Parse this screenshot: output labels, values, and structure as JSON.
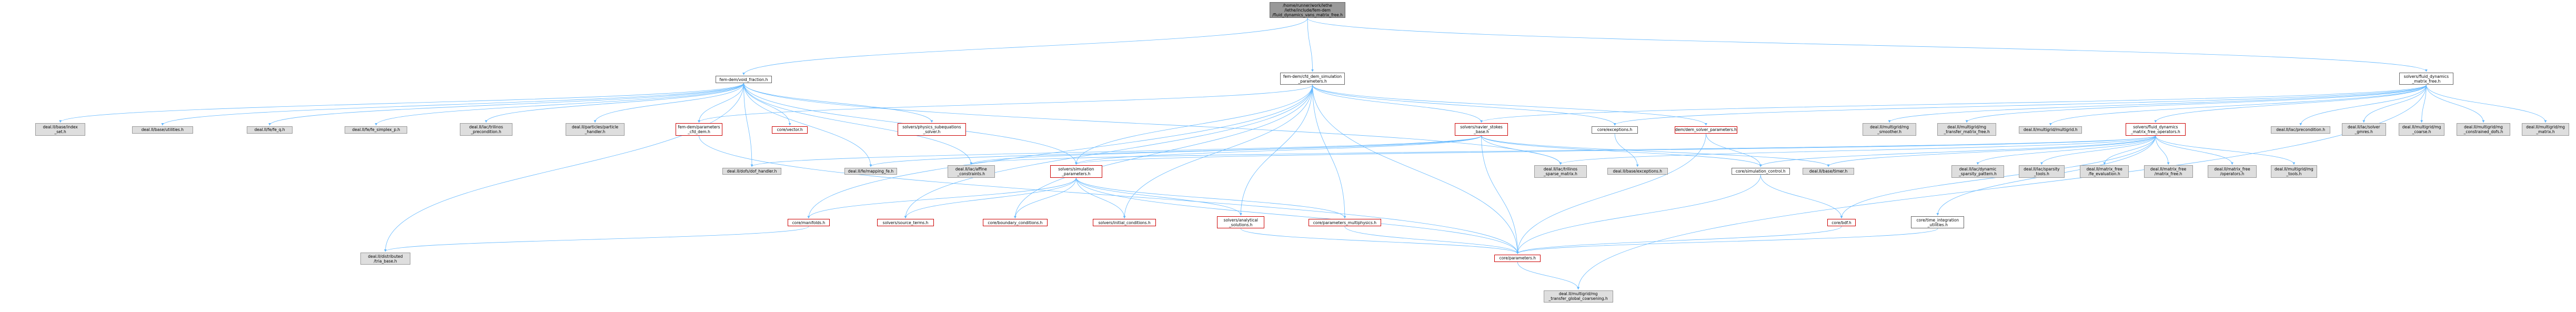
{
  "diagram": {
    "colors": {
      "edge": "#63b8ff",
      "node_border": "#666666",
      "red_border": "#cc0000",
      "gray_fill": "#dedede",
      "root_fill": "#999999"
    },
    "nodes": [
      {
        "id": "root",
        "label": "/home/runner/work/lethe\n/lethe/include/fem-dem\n/fluid_dynamics_vans_matrix_free.h",
        "style": "root"
      },
      {
        "id": "void_fraction",
        "label": "fem-dem/void_fraction.h",
        "style": "white"
      },
      {
        "id": "cfd_dem_sim",
        "label": "fem-dem/cfd_dem_simulation\n_parameters.h",
        "style": "white"
      },
      {
        "id": "fdmf",
        "label": "solvers/fluid_dynamics\n_matrix_free.h",
        "style": "white"
      },
      {
        "id": "base_index_set",
        "label": "deal.II/base/index\n_set.h",
        "style": "gray"
      },
      {
        "id": "base_utilities",
        "label": "deal.II/base/utilities.h",
        "style": "gray"
      },
      {
        "id": "fe_q",
        "label": "deal.II/fe/fe_q.h",
        "style": "gray"
      },
      {
        "id": "fe_simplex",
        "label": "deal.II/fe/fe_simplex_p.h",
        "style": "gray"
      },
      {
        "id": "trilinos_precond",
        "label": "deal.II/lac/trilinos\n_precondition.h",
        "style": "gray"
      },
      {
        "id": "particle_handler",
        "label": "deal.II/particles/particle\n_handler.h",
        "style": "gray"
      },
      {
        "id": "femdem_params",
        "label": "fem-dem/parameters\n_cfd_dem.h",
        "style": "red"
      },
      {
        "id": "core_vector",
        "label": "core/vector.h",
        "style": "red"
      },
      {
        "id": "physics_subeq",
        "label": "solvers/physics_subequations\n_solver.h",
        "style": "red"
      },
      {
        "id": "navier_stokes",
        "label": "solvers/navier_stokes\n_base.h",
        "style": "red"
      },
      {
        "id": "core_exceptions",
        "label": "core/exceptions.h",
        "style": "white"
      },
      {
        "id": "dem_solver_params",
        "label": "dem/dem_solver_parameters.h",
        "style": "red"
      },
      {
        "id": "mg_smoother",
        "label": "deal.II/multigrid/mg\n_smoother.h",
        "style": "gray"
      },
      {
        "id": "mg_transfer_mf",
        "label": "deal.II/multigrid/mg\n_transfer_matrix_free.h",
        "style": "gray"
      },
      {
        "id": "multigrid",
        "label": "deal.II/multigrid/multigrid.h",
        "style": "gray"
      },
      {
        "id": "fdmf_ops",
        "label": "solvers/fluid_dynamics\n_matrix_free_operators.h",
        "style": "red"
      },
      {
        "id": "lac_precondition",
        "label": "deal.II/lac/precondition.h",
        "style": "gray"
      },
      {
        "id": "solver_gmres",
        "label": "deal.II/lac/solver\n_gmres.h",
        "style": "gray"
      },
      {
        "id": "mg_coarse",
        "label": "deal.II/multigrid/mg\n_coarse.h",
        "style": "gray"
      },
      {
        "id": "mg_constrained",
        "label": "deal.II/multigrid/mg\n_constrained_dofs.h",
        "style": "gray"
      },
      {
        "id": "mg_matrix",
        "label": "deal.II/multigrid/mg\n_matrix.h",
        "style": "gray"
      },
      {
        "id": "dof_handler",
        "label": "deal.II/dofs/dof_handler.h",
        "style": "gray"
      },
      {
        "id": "mapping_fe",
        "label": "deal.II/fe/mapping_fe.h",
        "style": "gray"
      },
      {
        "id": "affine_constraints",
        "label": "deal.II/lac/affine\n_constraints.h",
        "style": "gray"
      },
      {
        "id": "sim_params",
        "label": "solvers/simulation\n_parameters.h",
        "style": "red"
      },
      {
        "id": "trilinos_sparse",
        "label": "deal.II/lac/trilinos\n_sparse_matrix.h",
        "style": "gray"
      },
      {
        "id": "base_exceptions",
        "label": "deal.II/base/exceptions.h",
        "style": "gray"
      },
      {
        "id": "sim_control",
        "label": "core/simulation_control.h",
        "style": "white"
      },
      {
        "id": "base_timer",
        "label": "deal.II/base/timer.h",
        "style": "gray"
      },
      {
        "id": "dyn_sparsity",
        "label": "deal.II/lac/dynamic\n_sparsity_pattern.h",
        "style": "gray"
      },
      {
        "id": "sparsity_tools",
        "label": "deal.II/lac/sparsity\n_tools.h",
        "style": "gray"
      },
      {
        "id": "fe_evaluation",
        "label": "deal.II/matrix_free\n/fe_evaluation.h",
        "style": "gray"
      },
      {
        "id": "mf_matrix_free",
        "label": "deal.II/matrix_free\n/matrix_free.h",
        "style": "gray"
      },
      {
        "id": "mf_operators",
        "label": "deal.II/matrix_free\n/operators.h",
        "style": "gray"
      },
      {
        "id": "mg_tools",
        "label": "deal.II/multigrid/mg\n_tools.h",
        "style": "gray"
      },
      {
        "id": "core_manifolds",
        "label": "core/manifolds.h",
        "style": "red"
      },
      {
        "id": "source_terms",
        "label": "solvers/source_terms.h",
        "style": "red"
      },
      {
        "id": "boundary_conditions",
        "label": "core/boundary_conditions.h",
        "style": "red"
      },
      {
        "id": "initial_conditions",
        "label": "solvers/initial_conditions.h",
        "style": "red"
      },
      {
        "id": "analytical_solutions",
        "label": "solvers/analytical\n_solutions.h",
        "style": "red"
      },
      {
        "id": "params_multiphysics",
        "label": "core/parameters_multiphysics.h",
        "style": "red"
      },
      {
        "id": "core_bdf",
        "label": "core/bdf.h",
        "style": "red"
      },
      {
        "id": "time_integration",
        "label": "core/time_integration\n_utilities.h",
        "style": "white"
      },
      {
        "id": "distributed_tria",
        "label": "deal.II/distributed\n/tria_base.h",
        "style": "gray"
      },
      {
        "id": "core_parameters",
        "label": "core/parameters.h",
        "style": "red"
      },
      {
        "id": "mg_transfer_gc",
        "label": "deal.II/multigrid/mg\n_transfer_global_coarsening.h",
        "style": "gray"
      }
    ],
    "edges": [
      [
        "root",
        "void_fraction"
      ],
      [
        "root",
        "cfd_dem_sim"
      ],
      [
        "root",
        "fdmf"
      ],
      [
        "void_fraction",
        "base_index_set"
      ],
      [
        "void_fraction",
        "base_utilities"
      ],
      [
        "void_fraction",
        "fe_q"
      ],
      [
        "void_fraction",
        "fe_simplex"
      ],
      [
        "void_fraction",
        "trilinos_precond"
      ],
      [
        "void_fraction",
        "particle_handler"
      ],
      [
        "void_fraction",
        "femdem_params"
      ],
      [
        "void_fraction",
        "core_vector"
      ],
      [
        "void_fraction",
        "physics_subeq"
      ],
      [
        "void_fraction",
        "dof_handler"
      ],
      [
        "void_fraction",
        "mapping_fe"
      ],
      [
        "void_fraction",
        "affine_constraints"
      ],
      [
        "void_fraction",
        "sim_params"
      ],
      [
        "void_fraction",
        "trilinos_sparse"
      ],
      [
        "void_fraction",
        "distributed_tria"
      ],
      [
        "cfd_dem_sim",
        "femdem_params"
      ],
      [
        "cfd_dem_sim",
        "core_exceptions"
      ],
      [
        "cfd_dem_sim",
        "dem_solver_params"
      ],
      [
        "cfd_dem_sim",
        "sim_params"
      ],
      [
        "cfd_dem_sim",
        "core_manifolds"
      ],
      [
        "cfd_dem_sim",
        "source_terms"
      ],
      [
        "cfd_dem_sim",
        "boundary_conditions"
      ],
      [
        "cfd_dem_sim",
        "initial_conditions"
      ],
      [
        "cfd_dem_sim",
        "analytical_solutions"
      ],
      [
        "cfd_dem_sim",
        "params_multiphysics"
      ],
      [
        "cfd_dem_sim",
        "core_parameters"
      ],
      [
        "cfd_dem_sim",
        "navier_stokes"
      ],
      [
        "fdmf",
        "core_exceptions"
      ],
      [
        "fdmf",
        "navier_stokes"
      ],
      [
        "fdmf",
        "mg_smoother"
      ],
      [
        "fdmf",
        "mg_transfer_mf"
      ],
      [
        "fdmf",
        "multigrid"
      ],
      [
        "fdmf",
        "fdmf_ops"
      ],
      [
        "fdmf",
        "lac_precondition"
      ],
      [
        "fdmf",
        "solver_gmres"
      ],
      [
        "fdmf",
        "mg_coarse"
      ],
      [
        "fdmf",
        "mg_constrained"
      ],
      [
        "fdmf",
        "mg_matrix"
      ],
      [
        "fdmf",
        "mg_transfer_gc"
      ],
      [
        "navier_stokes",
        "dof_handler"
      ],
      [
        "navier_stokes",
        "mapping_fe"
      ],
      [
        "navier_stokes",
        "affine_constraints"
      ],
      [
        "navier_stokes",
        "sim_params"
      ],
      [
        "navier_stokes",
        "trilinos_sparse"
      ],
      [
        "navier_stokes",
        "base_timer"
      ],
      [
        "navier_stokes",
        "sim_control"
      ],
      [
        "navier_stokes",
        "core_parameters"
      ],
      [
        "core_exceptions",
        "base_exceptions"
      ],
      [
        "dem_solver_params",
        "sim_control"
      ],
      [
        "dem_solver_params",
        "core_parameters"
      ],
      [
        "fdmf_ops",
        "sim_control"
      ],
      [
        "fdmf_ops",
        "core_bdf"
      ],
      [
        "fdmf_ops",
        "time_integration"
      ],
      [
        "fdmf_ops",
        "base_timer"
      ],
      [
        "fdmf_ops",
        "dyn_sparsity"
      ],
      [
        "fdmf_ops",
        "sparsity_tools"
      ],
      [
        "fdmf_ops",
        "fe_evaluation"
      ],
      [
        "fdmf_ops",
        "mf_matrix_free"
      ],
      [
        "fdmf_ops",
        "mf_operators"
      ],
      [
        "fdmf_ops",
        "mg_tools"
      ],
      [
        "fdmf_ops",
        "affine_constraints"
      ],
      [
        "fdmf_ops",
        "trilinos_sparse"
      ],
      [
        "fdmf_ops",
        "sim_params"
      ],
      [
        "sim_params",
        "core_manifolds"
      ],
      [
        "sim_params",
        "source_terms"
      ],
      [
        "sim_params",
        "boundary_conditions"
      ],
      [
        "sim_params",
        "initial_conditions"
      ],
      [
        "sim_params",
        "analytical_solutions"
      ],
      [
        "sim_params",
        "params_multiphysics"
      ],
      [
        "sim_params",
        "core_parameters"
      ],
      [
        "femdem_params",
        "core_parameters"
      ],
      [
        "sim_control",
        "core_bdf"
      ],
      [
        "sim_control",
        "core_parameters"
      ],
      [
        "core_bdf",
        "core_parameters"
      ],
      [
        "time_integration",
        "core_parameters"
      ],
      [
        "core_manifolds",
        "distributed_tria"
      ],
      [
        "analytical_solutions",
        "core_parameters"
      ],
      [
        "params_multiphysics",
        "core_parameters"
      ],
      [
        "core_parameters",
        "mg_transfer_gc"
      ]
    ]
  }
}
